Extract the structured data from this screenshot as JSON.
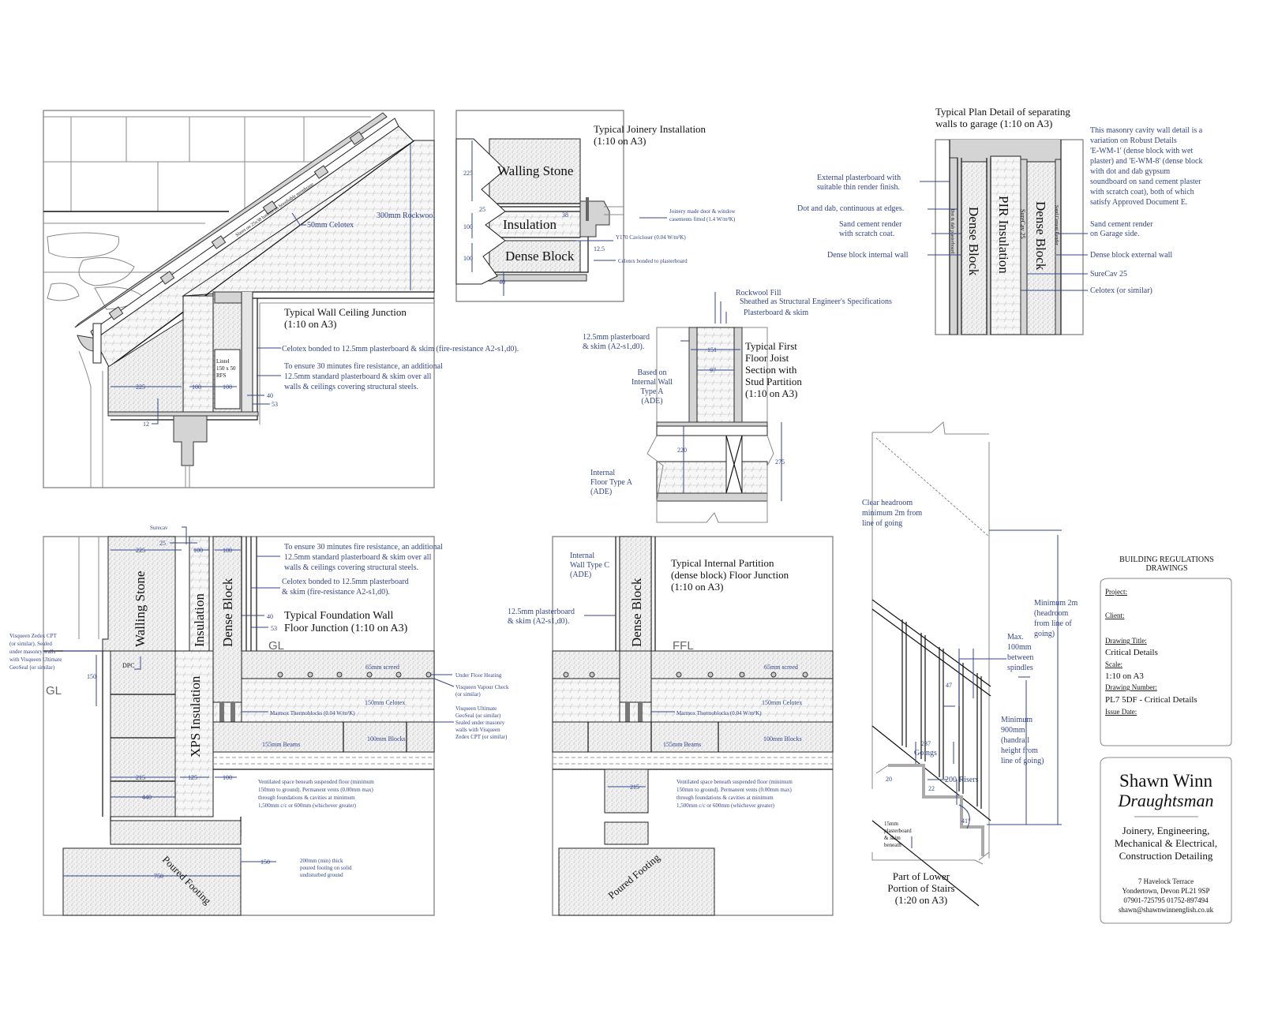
{
  "roof": {
    "title": [
      "Typical Wall  Ceiling Junction",
      "(1:10 on A3)"
    ],
    "rockwool": "300mm Rockwool",
    "celotex": "50mm Celotex",
    "rafter_note": "Slates on 25x38 battens on breathable membrane",
    "celotex_note": "Celotex bonded to 12.5mm plasterboard & skim (fire-resistance A2-s1,d0).",
    "fire_note": [
      "To ensure 30 minutes fire resistance, an additional",
      "12.5mm standard plasterboard & skim over all",
      "walls & ceilings covering structural steels."
    ],
    "steel": [
      "Lintel",
      "150 x 50",
      "RFS"
    ],
    "dims": [
      "225",
      "100",
      "100",
      "40",
      "53",
      "12"
    ]
  },
  "joinery": {
    "title": [
      "Typical Joinery Installation",
      "(1:10 on A3)"
    ],
    "materials": [
      "Walling Stone",
      "Insulation",
      "Dense Block"
    ],
    "dims": [
      "225",
      "25",
      "100",
      "100",
      "40",
      "38",
      "12.5"
    ],
    "casement_note": [
      "Joinery made door & window",
      "casements fitted (1.4 W/m²K)"
    ],
    "cavicloser": "Y170 Cavicloser (0.04 W/m²K)",
    "celotex": "Celotex bonded to plasterboard"
  },
  "plan": {
    "title": [
      "Typical Plan Detail of separating",
      "walls to garage (1:10 on A3)"
    ],
    "materials": [
      "Dense Block",
      "PIR Insulation",
      "SureCav 25",
      "Dense Block",
      "Dot & dab plasterboard",
      "Sand Cement Render"
    ],
    "left_labels": [
      [
        "External plasterboard with",
        "suitable thin render finish."
      ],
      [
        "Dot and dab, continuous at edges."
      ],
      [
        "Sand  cement render",
        "with scratch coat."
      ],
      [
        "Dense block internal wall"
      ]
    ],
    "right_labels": [
      [
        "Sand  cement render",
        "on Garage side."
      ],
      [
        "Dense block external wall"
      ],
      [
        "SureCav 25"
      ],
      [
        "Celotex (or similar)"
      ]
    ],
    "note": [
      "This masonry cavity wall detail is a",
      "variation on Robust Details",
      "'E-WM-1' (dense block with wet",
      "plaster) and 'E-WM-8' (dense block",
      "with dot and dab gypsum",
      "soundboard on sand  cement plaster",
      "with scratch coat), both of which",
      "satisfy Approved Document E."
    ]
  },
  "joist": {
    "title": [
      "Typical First",
      "Floor Joist",
      "Section with",
      "Stud Partition",
      "(1:10 on A3)"
    ],
    "rockwool": "Rockwool Fill",
    "sheathed": "Sheathed as Structural Engineer's Specifications",
    "plasterboard": "Plasterboard & skim",
    "plasterboard_left": [
      "12.5mm plasterboard",
      "& skim (A2-s1,d0)."
    ],
    "wall_type": [
      "Based on",
      "Internal Wall",
      "Type A",
      "(ADE)"
    ],
    "floor_type": [
      "Internal",
      "Floor Type A",
      "(ADE)"
    ],
    "dims": [
      "151",
      "97",
      "220",
      "275"
    ]
  },
  "foundation": {
    "title": [
      "Typical Foundation Wall",
      "Floor Junction (1:10 on A3)"
    ],
    "materials": [
      "Walling Stone",
      "Insulation",
      "Dense Block",
      "XPS Insulation",
      "Poured Footing"
    ],
    "surecav": "Surecav",
    "fire_note": [
      "To ensure 30 minutes fire resistance, an additional",
      "12.5mm standard plasterboard & skim over all",
      "walls & ceilings covering structural steels."
    ],
    "celotex_note": [
      "Celotex bonded to 12.5mm plasterboard",
      "& skim (fire-resistance A2-s1,d0)."
    ],
    "gl": "GL",
    "dpc": "DPC",
    "dims": [
      "225",
      "25",
      "100",
      "100",
      "40",
      "53",
      "150",
      "215",
      "125",
      "100",
      "440",
      "150",
      "750"
    ],
    "screed": "65mm screed",
    "celotex": "150mm Celotex",
    "beams": "155mm Beams",
    "blocks": "100mm Blocks",
    "ufh": "Under Floor Heating",
    "vapour": [
      "Visqueen Vapour Check",
      "(or similar)"
    ],
    "geoseal": [
      "Visqueen Ultimate",
      "GeoSeal (or similar)",
      "Sealed under masonry",
      "walls with Visqueen",
      "Zedex CPT (or similar)"
    ],
    "zedex": [
      "Visqueen Zedex CPT",
      "(or similar). Sealed",
      "under masonry walls",
      "with Visqueen Ultimate",
      "GeoSeal (or similar)"
    ],
    "marmox": "Marmox Thermoblocks (0.04 W/m²K)",
    "vent_note": [
      "Ventilated space beneath suspended floor (minimum",
      "150mm to ground). Permanent vents (0.00mm max)",
      "through foundations & cavities at minimum",
      "1,500mm c/c or 600mm (whichever greater)"
    ],
    "footing_note": [
      "200mm (min) thick",
      "poured footing on solid",
      "undisturbed ground"
    ]
  },
  "partition": {
    "title": [
      "Typical Internal Partition",
      "(dense block)   Floor Junction",
      "(1:10 on A3)"
    ],
    "material": "Dense Block",
    "ffl": "FFL",
    "wall_type": [
      "Internal",
      "Wall Type C",
      "(ADE)"
    ],
    "plasterboard": [
      "12.5mm plasterboard",
      "& skim (A2-s1,d0)."
    ],
    "screed": "65mm screed",
    "celotex": "150mm Celotex",
    "beams": "155mm Beams",
    "blocks": "100mm Blocks",
    "marmox": "Marmox Thermoblocks (0.04 W/m²K)",
    "dim": "215",
    "vent_note": [
      "Ventilated space beneath suspended floor (minimum",
      "150mm to ground). Permanent vents (0.00mm max)",
      "through foundations & cavities at minimum",
      "1,500mm c/c or 600mm (whichever greater)"
    ],
    "footing": "Poured Footing"
  },
  "stairs": {
    "title": [
      "Part of Lower",
      "Portion of Stairs",
      "(1:20 on A3)"
    ],
    "headroom": [
      "Clear headroom",
      "minimum 2m from",
      "line of going"
    ],
    "min_headroom": [
      "Minimum 2m",
      "(headroom",
      "from line of",
      "going)"
    ],
    "spindles": [
      "Max.",
      "100mm",
      "between",
      "spindles"
    ],
    "handrail_dim": "47",
    "handrail": [
      "Minimum",
      "900mm",
      "(handrail",
      "height from",
      "line of going)"
    ],
    "going_dim": "237",
    "goings": "Goings",
    "risers": "200 Risers",
    "nosing": "20",
    "tread": "22",
    "angle": "41°",
    "soffit": [
      "15mm",
      "plasterboard",
      "& skim",
      "beneath"
    ]
  },
  "title_block": {
    "heading": [
      "BUILDING REGULATIONS",
      "DRAWINGS"
    ],
    "project_label": "Project:",
    "client_label": "Client:",
    "drawing_title_label": "Drawing Title:",
    "drawing_title": "Critical Details",
    "scale_label": "Scale:",
    "scale": "1:10 on A3",
    "drawing_number_label": "Drawing Number:",
    "drawing_number": "PL7 5DF - Critical Details",
    "issue_date_label": "Issue Date:"
  },
  "company": {
    "name": "Shawn Winn",
    "role": "Draughtsman",
    "services": [
      "Joinery, Engineering,",
      "Mechanical & Electrical,",
      "Construction Detailing"
    ],
    "address": [
      "7 Havelock Terrace",
      "Yondertown, Devon PL21 9SP",
      "07901-725795    01752-897494",
      "shawn@shawnwinnenglish.co.uk"
    ]
  },
  "colors": {
    "annotation": "#34468a",
    "linework": "#111111",
    "fill": "#d4d4d4"
  }
}
